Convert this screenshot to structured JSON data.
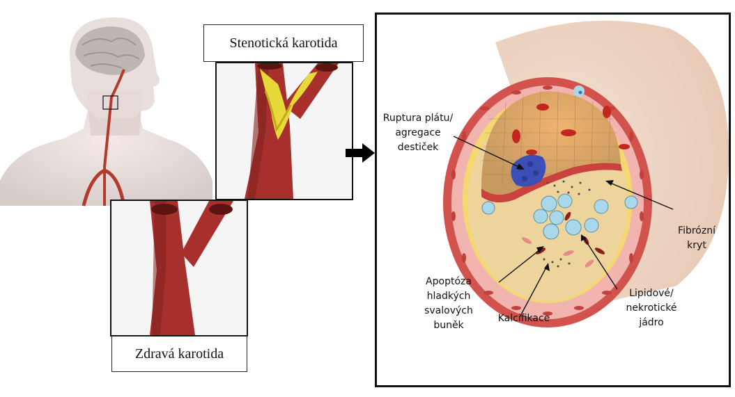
{
  "labels": {
    "stenotic": "Stenotická karotida",
    "healthy": "Zdravá karotida"
  },
  "annotations": {
    "rupture": [
      "Ruptura plátu/",
      "agregace",
      "destiček"
    ],
    "fibrous_cap": [
      "Fibrózní",
      "kryt"
    ],
    "apoptosis": [
      "Apoptóza",
      "hladkých",
      "svalových",
      "buněk"
    ],
    "calcification": [
      "Kalcifikace"
    ],
    "lipid_core": [
      "Lipidové/",
      "nekrotické",
      "jádro"
    ]
  },
  "colors": {
    "artery": "#a7302c",
    "artery_dark": "#6e1a18",
    "plaque_yellow": "#e8d93a",
    "vessel_wall_pink": "#e9a3a0",
    "lumen_tan": "#d9b277",
    "clot_blue": "#3b4fb5",
    "cell_blue": "#a8d8ea"
  }
}
